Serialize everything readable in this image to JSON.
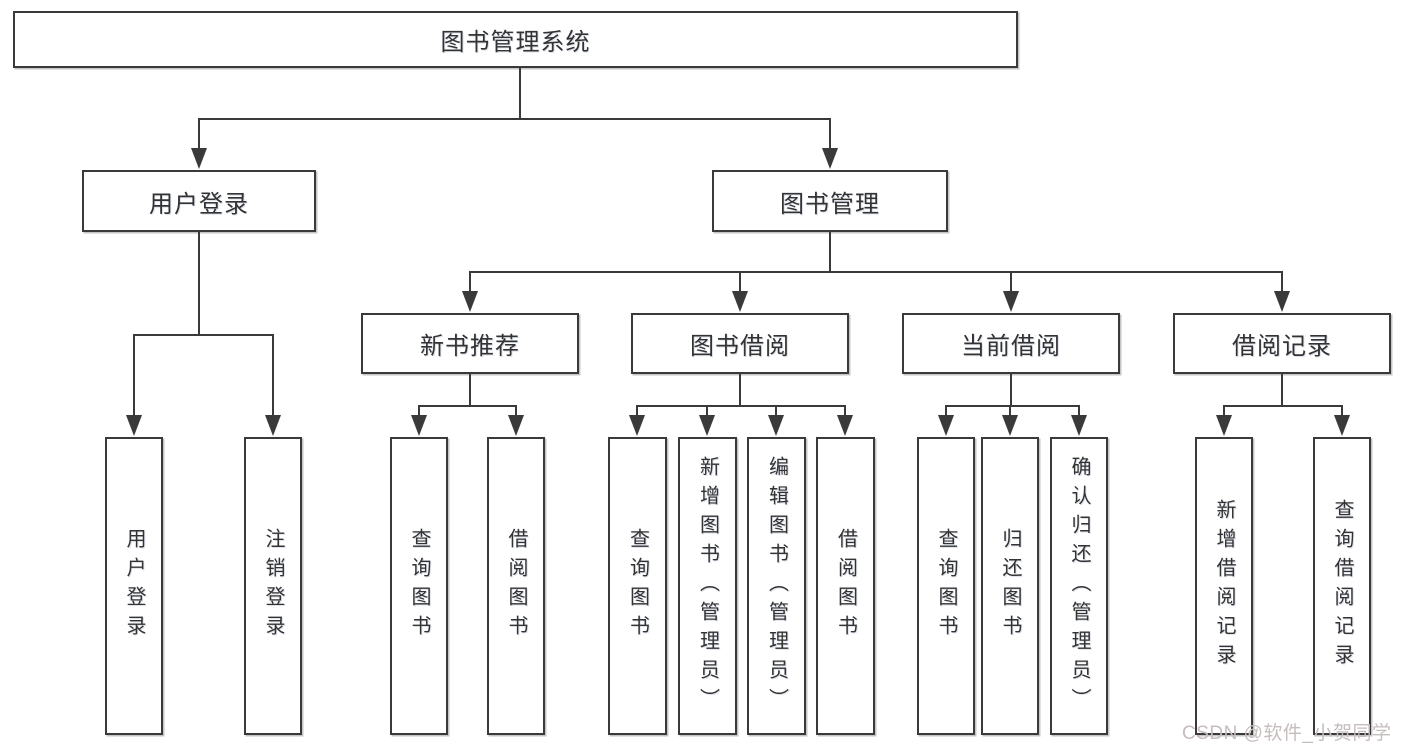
{
  "nodes": {
    "root": "图书管理系统",
    "user_login": "用户登录",
    "book_mgmt": "图书管理",
    "new_book_rec": "新书推荐",
    "book_borrow": "图书借阅",
    "current_borrow": "当前借阅",
    "borrow_records": "借阅记录"
  },
  "leaves": {
    "user_login": [
      "用户登录",
      "注销登录"
    ],
    "new_book_rec": [
      "查询图书",
      "借阅图书"
    ],
    "book_borrow": [
      "查询图书",
      "新增图书（管理员）",
      "编辑图书（管理员）",
      "借阅图书"
    ],
    "current_borrow": [
      "查询图书",
      "归还图书",
      "确认归还（管理员）"
    ],
    "borrow_records": [
      "新增借阅记录",
      "查询借阅记录"
    ]
  },
  "watermark": {
    "text": "CSDN @软件_小贺同学"
  },
  "colors": {
    "line": "#3a3a3a",
    "text": "#333333",
    "background": "#ffffff",
    "watermark_text": "#c6bdbd"
  }
}
